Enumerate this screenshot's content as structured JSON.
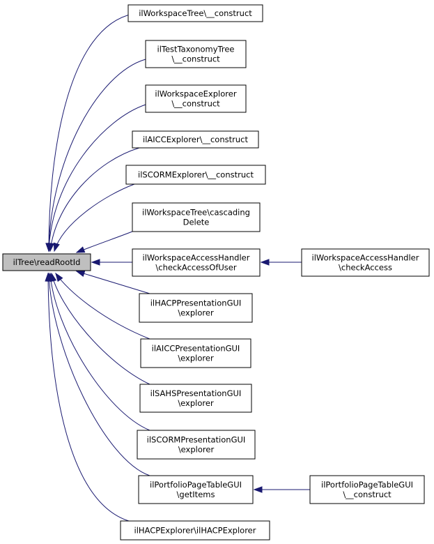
{
  "colors": {
    "edge": "#191970",
    "root_fill": "#bfbfbf",
    "node_fill": "#ffffff",
    "border": "#000000"
  },
  "nodes": [
    {
      "id": "readRootId",
      "lines": [
        "ilTree\\readRootId"
      ]
    },
    {
      "id": "ws-tree-construct",
      "lines": [
        "ilWorkspaceTree\\__construct"
      ]
    },
    {
      "id": "test-tax-construct",
      "lines": [
        "ilTestTaxonomyTree",
        "\\__construct"
      ]
    },
    {
      "id": "ws-explorer-construct",
      "lines": [
        "ilWorkspaceExplorer",
        "\\__construct"
      ]
    },
    {
      "id": "aicc-explorer-construct",
      "lines": [
        "ilAICCExplorer\\__construct"
      ]
    },
    {
      "id": "scorm-explorer-construct",
      "lines": [
        "ilSCORMExplorer\\__construct"
      ]
    },
    {
      "id": "ws-tree-cascading",
      "lines": [
        "ilWorkspaceTree\\cascading",
        "Delete"
      ]
    },
    {
      "id": "ws-access-check-user",
      "lines": [
        "ilWorkspaceAccessHandler",
        "\\checkAccessOfUser"
      ]
    },
    {
      "id": "ws-access-check",
      "lines": [
        "ilWorkspaceAccessHandler",
        "\\checkAccess"
      ]
    },
    {
      "id": "hacp-pres-explorer",
      "lines": [
        "ilHACPPresentationGUI",
        "\\explorer"
      ]
    },
    {
      "id": "aicc-pres-explorer",
      "lines": [
        "ilAICCPresentationGUI",
        "\\explorer"
      ]
    },
    {
      "id": "sahs-pres-explorer",
      "lines": [
        "ilSAHSPresentationGUI",
        "\\explorer"
      ]
    },
    {
      "id": "scorm-pres-explorer",
      "lines": [
        "ilSCORMPresentationGUI",
        "\\explorer"
      ]
    },
    {
      "id": "portfolio-get-items",
      "lines": [
        "ilPortfolioPageTableGUI",
        "\\getItems"
      ]
    },
    {
      "id": "portfolio-construct",
      "lines": [
        "ilPortfolioPageTableGUI",
        "\\__construct"
      ]
    },
    {
      "id": "hacp-explorer",
      "lines": [
        "ilHACPExplorer\\ilHACPExplorer"
      ]
    }
  ]
}
